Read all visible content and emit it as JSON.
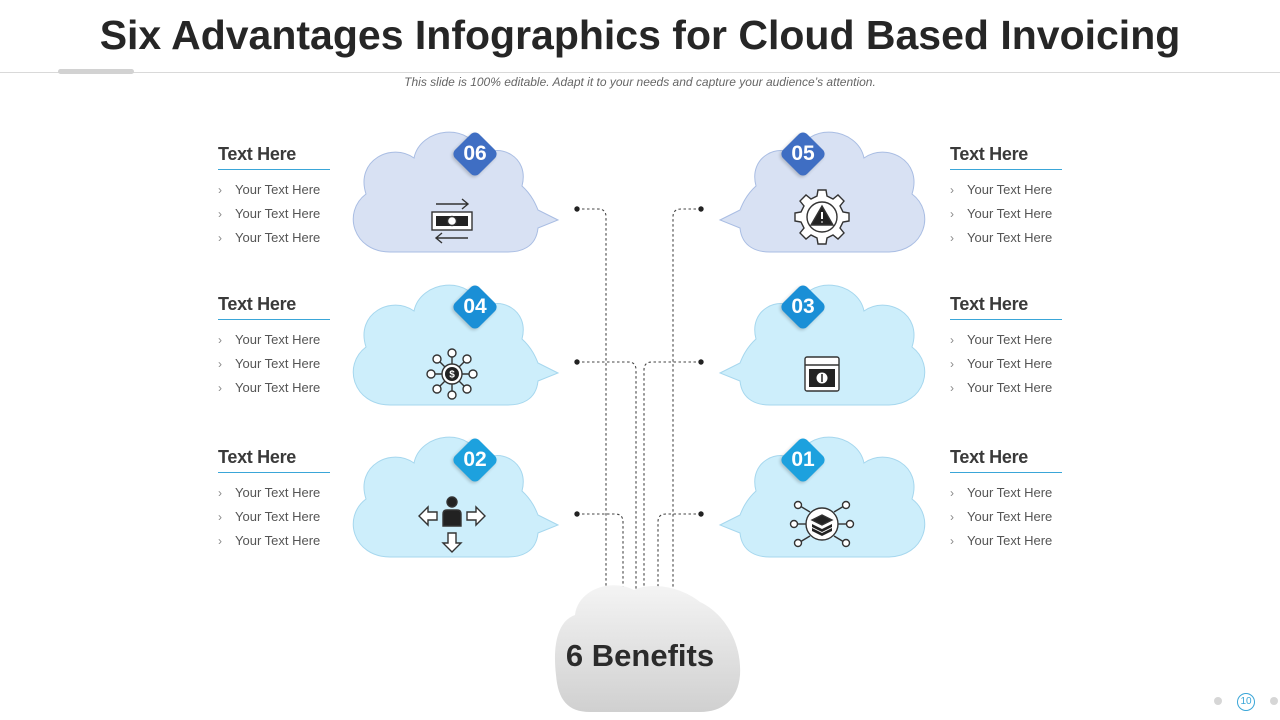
{
  "slide": {
    "title": "Six Advantages Infographics for Cloud Based Invoicing",
    "subtitle": "This slide is 100% editable. Adapt it to your needs and capture your audience’s attention.",
    "center_label": "6 Benefits",
    "page_number": "10"
  },
  "items": [
    {
      "number": "01",
      "heading": "Text Here",
      "bullets": [
        "Your Text Here",
        "Your Text Here",
        "Your Text Here"
      ],
      "icon": "layers-network-icon",
      "badge_color": "#1da1de",
      "cloud_color": "#cdeefb"
    },
    {
      "number": "02",
      "heading": "Text Here",
      "bullets": [
        "Your Text Here",
        "Your Text Here",
        "Your Text Here"
      ],
      "icon": "person-arrows-icon",
      "badge_color": "#1da1de",
      "cloud_color": "#cdeefb"
    },
    {
      "number": "03",
      "heading": "Text Here",
      "bullets": [
        "Your Text Here",
        "Your Text Here",
        "Your Text Here"
      ],
      "icon": "wallet-icon",
      "badge_color": "#1a8fd6",
      "cloud_color": "#cdeefb"
    },
    {
      "number": "04",
      "heading": "Text Here",
      "bullets": [
        "Your Text Here",
        "Your Text Here",
        "Your Text Here"
      ],
      "icon": "dollar-network-icon",
      "badge_color": "#1a8fd6",
      "cloud_color": "#cdeefb"
    },
    {
      "number": "05",
      "heading": "Text Here",
      "bullets": [
        "Your Text Here",
        "Your Text Here",
        "Your Text Here"
      ],
      "icon": "gear-warning-icon",
      "badge_color": "#3f6ec3",
      "cloud_color": "#d8e1f3"
    },
    {
      "number": "06",
      "heading": "Text Here",
      "bullets": [
        "Your Text Here",
        "Your Text Here",
        "Your Text Here"
      ],
      "icon": "money-exchange-icon",
      "badge_color": "#3f6ec3",
      "cloud_color": "#d8e1f3"
    }
  ]
}
